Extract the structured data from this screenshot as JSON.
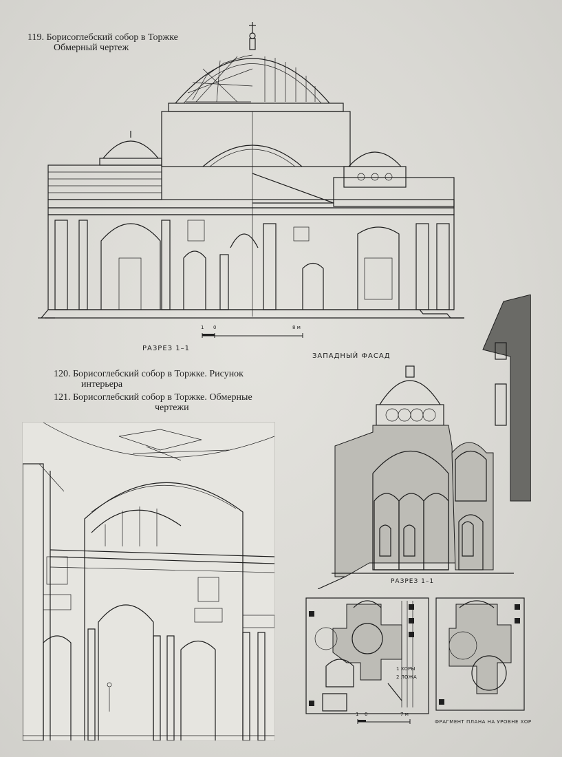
{
  "captions": {
    "fig119": {
      "line1": "119. Борисоглебский собор в Торжке",
      "line2": "Обмерный чертеж"
    },
    "fig120": {
      "line1": "120. Борисоглебский собор в Торжке. Рисунок",
      "line2": "интерьера"
    },
    "fig121": {
      "line1": "121. Борисоглебский собор в Торжке. Обмерные",
      "line2": "чертежи"
    }
  },
  "labels": {
    "section_top": "РАЗРЕЗ 1–1",
    "west_facade": "ЗАПАДНЫЙ ФАСАД",
    "section_right": "РАЗРЕЗ 1–1",
    "legend_1": "1 ХОРЫ",
    "legend_2": "2 ЛОЖА",
    "plan_fragment": "ФРАГМЕНТ ПЛАНА НА УРОВНЕ ХОР"
  },
  "scales": {
    "top": {
      "start": "1",
      "mid": "0",
      "end": "8 м"
    },
    "plan": {
      "start": "1",
      "mid": "0",
      "end": "7 м"
    }
  }
}
